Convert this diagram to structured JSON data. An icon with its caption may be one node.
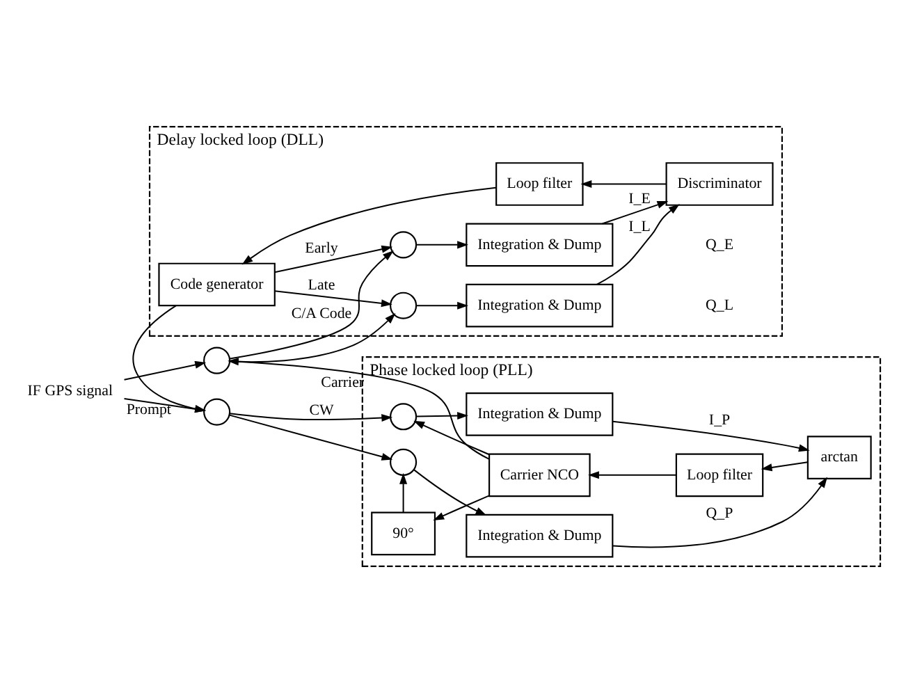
{
  "diagram": {
    "nodes": [
      {
        "text": [
          "Delay locked loop (DLL)"
        ]
      },
      {
        "text": [],
        "shape": "circle",
        "in": 0
      },
      {
        "text": [
          "Integration & Dump"
        ],
        "in": 0
      },
      {
        "text": [
          "Code generator"
        ],
        "in": 0
      },
      {
        "text": [
          "Loop filter"
        ],
        "in": 0
      },
      {
        "text": [
          "Discriminator"
        ],
        "in": 0
      },
      {
        "text": [],
        "shape": "circle",
        "in": 0
      },
      {
        "text": [
          "Integration & Dump"
        ],
        "in": 0
      },
      {
        "text": [],
        "shape": "circle"
      },
      {
        "text": [
          "IF GPS signal"
        ]
      },
      {
        "text": [],
        "shape": "circle"
      },
      {
        "text": [
          "Phase locked loop (PLL)"
        ]
      },
      {
        "text": [],
        "shape": "circle",
        "in": 11
      },
      {
        "text": [
          "Integration & Dump"
        ],
        "in": 11
      },
      {
        "text": [
          "Carrier NCO"
        ],
        "in": 11
      },
      {
        "text": [
          "Loop filter"
        ],
        "in": 11
      },
      {
        "text": [
          "arctan"
        ],
        "in": 11
      },
      {
        "text": [
          "90°"
        ],
        "in": 11
      },
      {
        "text": [],
        "shape": "circle",
        "in": 11
      },
      {
        "text": [
          "Integration & Dump"
        ],
        "in": 11
      }
    ],
    "edges": [
      {
        "from": 9,
        "to": 8,
        "arrow": "to"
      },
      {
        "from": 9,
        "to": 10,
        "arrow": "to"
      },
      {
        "from": 8,
        "to": 1,
        "arrow": "to",
        "label": "C/A Code"
      },
      {
        "from": 8,
        "to": 6,
        "arrow": "to"
      },
      {
        "from": 3,
        "to": 1,
        "arrow": "to",
        "label": "Early"
      },
      {
        "from": 3,
        "to": 6,
        "arrow": "to",
        "label": "Late"
      },
      {
        "from": 1,
        "to": 2,
        "arrow": "to"
      },
      {
        "from": 6,
        "to": 7,
        "arrow": "to"
      },
      {
        "from": 2,
        "to": 5,
        "arrow": "to",
        "label": "I_E"
      },
      {
        "from": 7,
        "to": 5,
        "arrow": "to",
        "label": "I_L"
      },
      {
        "from": 5,
        "to": 4,
        "arrow": "to"
      },
      {
        "from": 4,
        "to": 3,
        "arrow": "to"
      },
      {
        "from": 3,
        "to": 10,
        "arrow": "to",
        "label": "Prompt"
      },
      {
        "from": 14,
        "to": 8,
        "arrow": "to",
        "label": "Carrier"
      },
      {
        "from": 10,
        "to": 12,
        "arrow": "to",
        "label": "CW"
      },
      {
        "from": 10,
        "to": 18,
        "arrow": "to"
      },
      {
        "from": 14,
        "to": 12,
        "arrow": "to"
      },
      {
        "from": 14,
        "to": 17,
        "arrow": "to"
      },
      {
        "from": 17,
        "to": 18,
        "arrow": "to"
      },
      {
        "from": 12,
        "to": 13,
        "arrow": "to"
      },
      {
        "from": 18,
        "to": 19,
        "arrow": "to"
      },
      {
        "from": 13,
        "to": 16,
        "arrow": "to",
        "label": "I_P"
      },
      {
        "from": 19,
        "to": 16,
        "arrow": "to",
        "label": "Q_P"
      },
      {
        "from": 16,
        "to": 15,
        "arrow": "to"
      },
      {
        "from": 15,
        "to": 14,
        "arrow": "to"
      }
    ],
    "labels": [
      "Q_E",
      "Q_L"
    ]
  }
}
